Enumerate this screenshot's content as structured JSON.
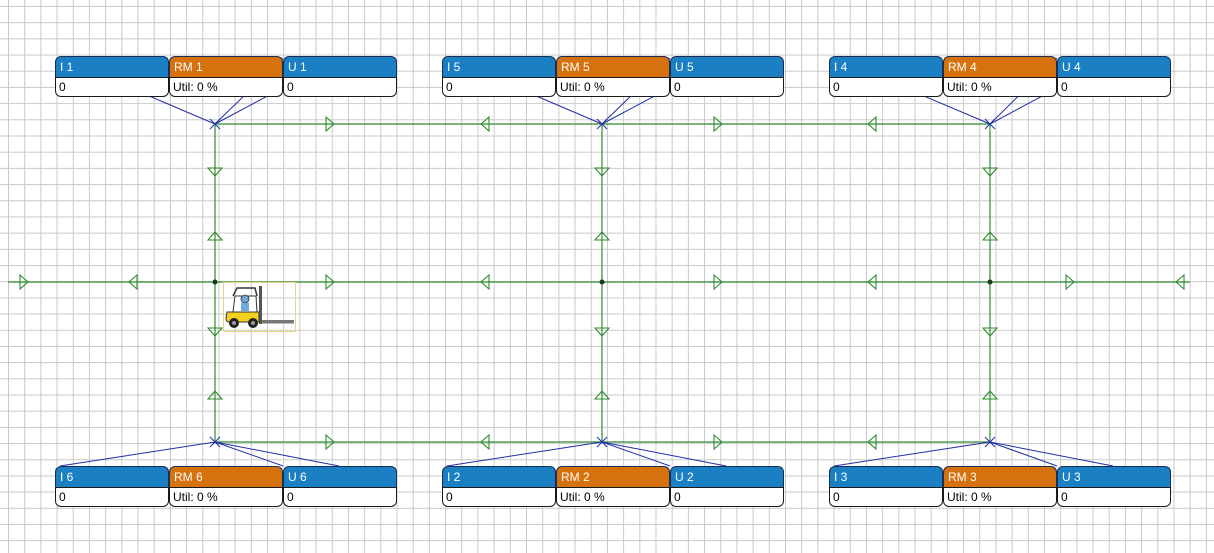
{
  "stations": [
    {
      "id": "rm1",
      "input_label": "I 1",
      "input_value": "0",
      "machine_label": "RM 1",
      "machine_util": "Util: 0 %",
      "output_label": "U 1",
      "output_value": "0"
    },
    {
      "id": "rm5",
      "input_label": "I 5",
      "input_value": "0",
      "machine_label": "RM 5",
      "machine_util": "Util: 0 %",
      "output_label": "U 5",
      "output_value": "0"
    },
    {
      "id": "rm4",
      "input_label": "I 4",
      "input_value": "0",
      "machine_label": "RM 4",
      "machine_util": "Util: 0 %",
      "output_label": "U 4",
      "output_value": "0"
    },
    {
      "id": "rm6",
      "input_label": "I 6",
      "input_value": "0",
      "machine_label": "RM 6",
      "machine_util": "Util: 0 %",
      "output_label": "U 6",
      "output_value": "0"
    },
    {
      "id": "rm2",
      "input_label": "I 2",
      "input_value": "0",
      "machine_label": "RM 2",
      "machine_util": "Util: 0 %",
      "output_label": "U 2",
      "output_value": "0"
    },
    {
      "id": "rm3",
      "input_label": "I 3",
      "input_value": "0",
      "machine_label": "RM 3",
      "machine_util": "Util: 0 %",
      "output_label": "U 3",
      "output_value": "0"
    }
  ],
  "colors": {
    "grid_line": "#c9c9c9",
    "path_line": "#2e8b2e",
    "connector_line": "#1f2fa8",
    "queue_header": "#1b7fc4",
    "machine_header": "#d6720e",
    "forklift_body": "#f2d21c"
  },
  "icons": [
    "forklift-icon",
    "path-arrow-icon",
    "path-node-icon"
  ]
}
